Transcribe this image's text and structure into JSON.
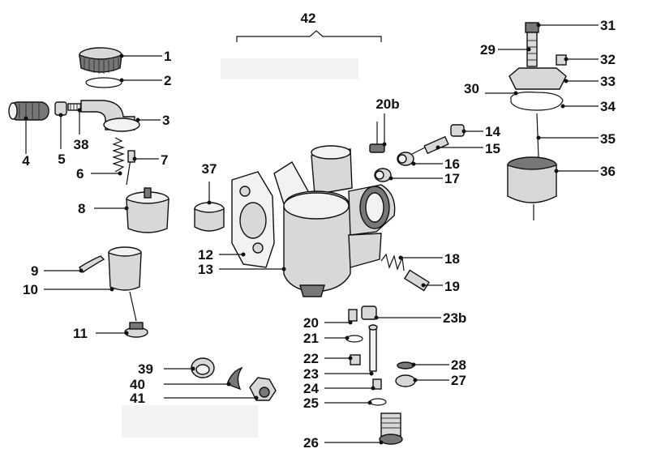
{
  "diagram": {
    "group_label": "42",
    "labels": [
      "1",
      "2",
      "3",
      "4",
      "5",
      "38",
      "6",
      "7",
      "8",
      "9",
      "10",
      "11",
      "12",
      "13",
      "37",
      "20b",
      "14",
      "15",
      "16",
      "17",
      "18",
      "19",
      "20",
      "23b",
      "21",
      "22",
      "23",
      "24",
      "25",
      "26",
      "27",
      "28",
      "29",
      "30",
      "31",
      "32",
      "33",
      "34",
      "35",
      "36",
      "39",
      "40",
      "41"
    ]
  },
  "colors": {
    "ink": "#111111",
    "metal": "#d8d8d8",
    "shadow": "#777777",
    "background": "#ffffff"
  }
}
